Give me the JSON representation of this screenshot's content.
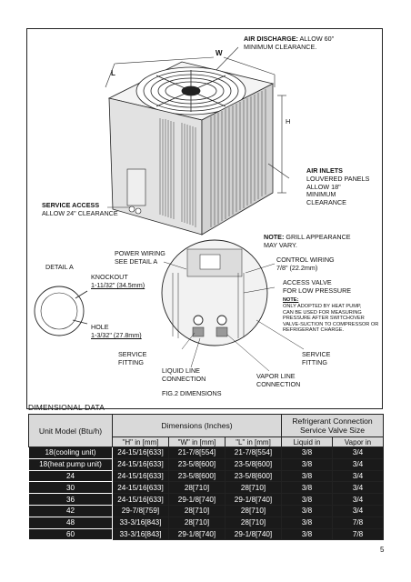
{
  "figure": {
    "air_discharge_bold": "AIR DISCHARGE:",
    "air_discharge_rest": " ALLOW 60\"",
    "air_discharge_line2": "MINIMUM CLEARANCE.",
    "w": "W",
    "l": "L",
    "h": "H",
    "air_inlets_title": "AIR INLETS",
    "air_inlets_lines": "LOUVERED PANELS\nALLOW 18\"\nMINIMUM\nCLEARANCE",
    "service_access_title": "SERVICE ACCESS",
    "service_access_line2": "ALLOW 24\" CLEARANCE",
    "note_bold": "NOTE:",
    "note_rest": " GRILL APPEARANCE\nMAY VARY.",
    "power_wiring": "POWER WIRING\nSEE DETAIL A",
    "detail_a": "DETAIL A",
    "knockout": "KNOCKOUT",
    "knockout_size": "1-11/32\" (34.5mm)",
    "hole": "HOLE",
    "hole_size": "1-3/32\" (27.8mm)",
    "control_wiring": "CONTROL WIRING\n7/8\" (22.2mm)",
    "access_valve": "ACCESS VALVE\nFOR LOW PRESSURE",
    "note2_title": "NOTE:",
    "note2_body": "ONLY ADOPTED BY HEAT PUMP,\nCAN BE USED FOR MEASURING\nPRESSURE AFTER SWITCHOVER\nVALVE-SUCTION TO COMPRESSOR OR\nREFRIGERANT CHARGE.",
    "service_fitting_left": "SERVICE\nFITTING",
    "service_fitting_right": "SERVICE\nFITTING",
    "liquid_line": "LIQUID LINE\nCONNECTION",
    "vapor_line": "VAPOR LINE\nCONNECTION",
    "caption": "FIG.2 DIMENSIONS"
  },
  "dimensional_title": "DIMENSIONAL DATA",
  "table": {
    "head_unit": "Unit Model (Btu/h)",
    "head_dims": "Dimensions (Inches)",
    "head_ref": "Refrigerant Connection\nService Valve Size",
    "sub_h": "\"H\" in [mm]",
    "sub_w": "\"W\" in [mm]",
    "sub_l": "\"L\" in [mm]",
    "sub_liquid": "Liquid in",
    "sub_vapor": "Vapor in",
    "rows": [
      {
        "model": "18(cooling unit)",
        "h": "24-15/16[633]",
        "w": "21-7/8[554]",
        "l": "21-7/8[554]",
        "liquid": "3/8",
        "vapor": "3/4"
      },
      {
        "model": "18(heat pump unit)",
        "h": "24-15/16[633]",
        "w": "23-5/8[600]",
        "l": "23-5/8[600]",
        "liquid": "3/8",
        "vapor": "3/4"
      },
      {
        "model": "24",
        "h": "24-15/16[633]",
        "w": "23-5/8[600]",
        "l": "23-5/8[600]",
        "liquid": "3/8",
        "vapor": "3/4"
      },
      {
        "model": "30",
        "h": "24-15/16[633]",
        "w": "28[710]",
        "l": "28[710]",
        "liquid": "3/8",
        "vapor": "3/4"
      },
      {
        "model": "36",
        "h": "24-15/16[633]",
        "w": "29-1/8[740]",
        "l": "29-1/8[740]",
        "liquid": "3/8",
        "vapor": "3/4"
      },
      {
        "model": "42",
        "h": "29-7/8[759]",
        "w": "28[710]",
        "l": "28[710]",
        "liquid": "3/8",
        "vapor": "3/4"
      },
      {
        "model": "48",
        "h": "33-3/16[843]",
        "w": "28[710]",
        "l": "28[710]",
        "liquid": "3/8",
        "vapor": "7/8"
      },
      {
        "model": "60",
        "h": "33-3/16[843]",
        "w": "29-1/8[740]",
        "l": "29-1/8[740]",
        "liquid": "3/8",
        "vapor": "7/8"
      }
    ]
  },
  "page_number": "5"
}
